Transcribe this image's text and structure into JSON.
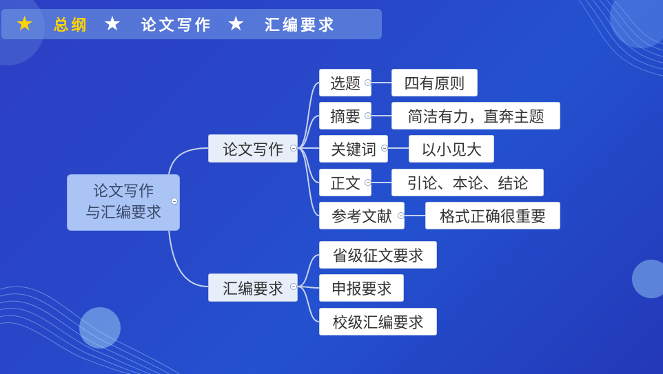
{
  "nav": {
    "items": [
      {
        "label": "总纲",
        "active": true
      },
      {
        "label": "论文写作",
        "active": false
      },
      {
        "label": "汇编要求",
        "active": false
      }
    ]
  },
  "mindmap": {
    "root": {
      "line1": "论文写作",
      "line2": "与汇编要求"
    },
    "branches": [
      {
        "label": "论文写作",
        "children": [
          {
            "label": "选题",
            "detail": "四有原则"
          },
          {
            "label": "摘要",
            "detail": "简洁有力，直奔主题"
          },
          {
            "label": "关键词",
            "detail": "以小见大"
          },
          {
            "label": "正文",
            "detail": "引论、本论、结论"
          },
          {
            "label": "参考文献",
            "detail": "格式正确很重要"
          }
        ]
      },
      {
        "label": "汇编要求",
        "children": [
          {
            "label": "省级征文要求"
          },
          {
            "label": "申报要求"
          },
          {
            "label": "校级汇编要求"
          }
        ]
      }
    ]
  },
  "colors": {
    "background": "#2748c9",
    "nav_active": "#ffd400",
    "root_fill": "#a9c4f5",
    "connector": "#c5d2ee"
  }
}
